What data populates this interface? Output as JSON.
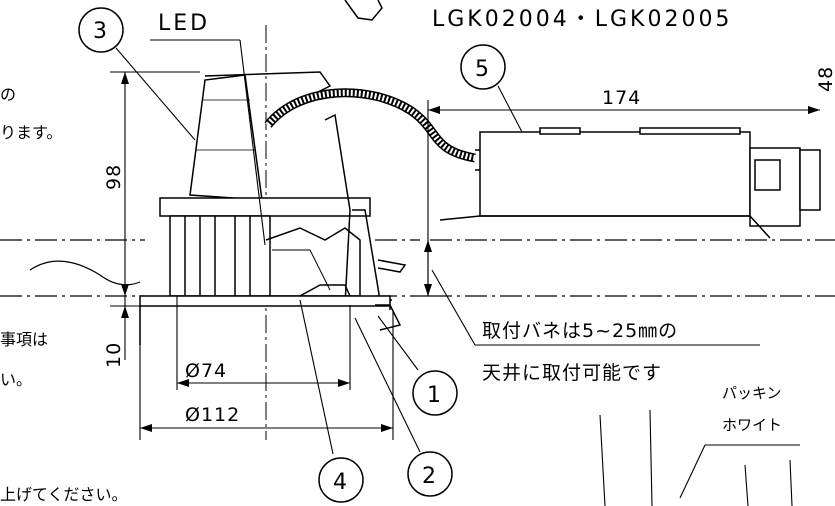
{
  "header": {
    "model_numbers": "LGK02004・LGK02005",
    "led_label": "LED"
  },
  "callouts": {
    "c1": "1",
    "c2": "2",
    "c3": "3",
    "c4": "4",
    "c5": "5"
  },
  "dimensions": {
    "height_98": "98",
    "height_10": "10",
    "dia_74": "Ø74",
    "dia_112": "Ø112",
    "width_174": "174",
    "cut_48": "48"
  },
  "notes": {
    "spring_line1": "取付バネは5~25㎜の",
    "spring_line2": "天井に取付可能です",
    "left_frag1": "の",
    "left_frag2": "ります。",
    "left_frag3": "事項は",
    "left_frag4": "い。",
    "left_frag5": "上げてください。"
  },
  "packing": {
    "line1": "パッキン",
    "line2": "ホワイト"
  }
}
